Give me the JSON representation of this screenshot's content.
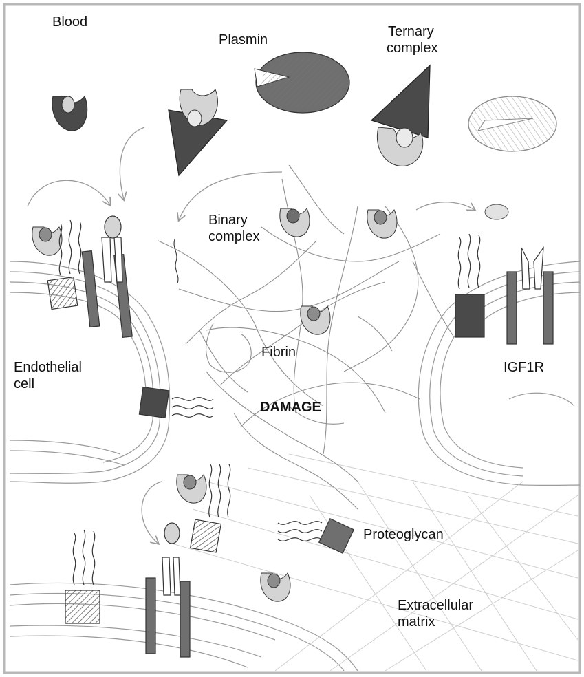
{
  "labels": {
    "blood": "Blood",
    "plasmin": "Plasmin",
    "ternary": [
      "Ternary",
      "complex"
    ],
    "binary": [
      "Binary",
      "complex"
    ],
    "endothelial": [
      "Endothelial",
      "cell"
    ],
    "fibrin": "Fibrin",
    "igf1r": "IGF1R",
    "damage": "DAMAGE",
    "proteoglycan": "Proteoglycan",
    "ecm": [
      "Extracellular",
      "matrix"
    ]
  },
  "colors": {
    "pencil": "#444444",
    "pencil_light": "#9a9a9a",
    "dark_fill": "#4a4a4a",
    "mid_fill": "#8c8c8c",
    "light_fill": "#d4d4d4",
    "border": "#b8b8b8"
  }
}
